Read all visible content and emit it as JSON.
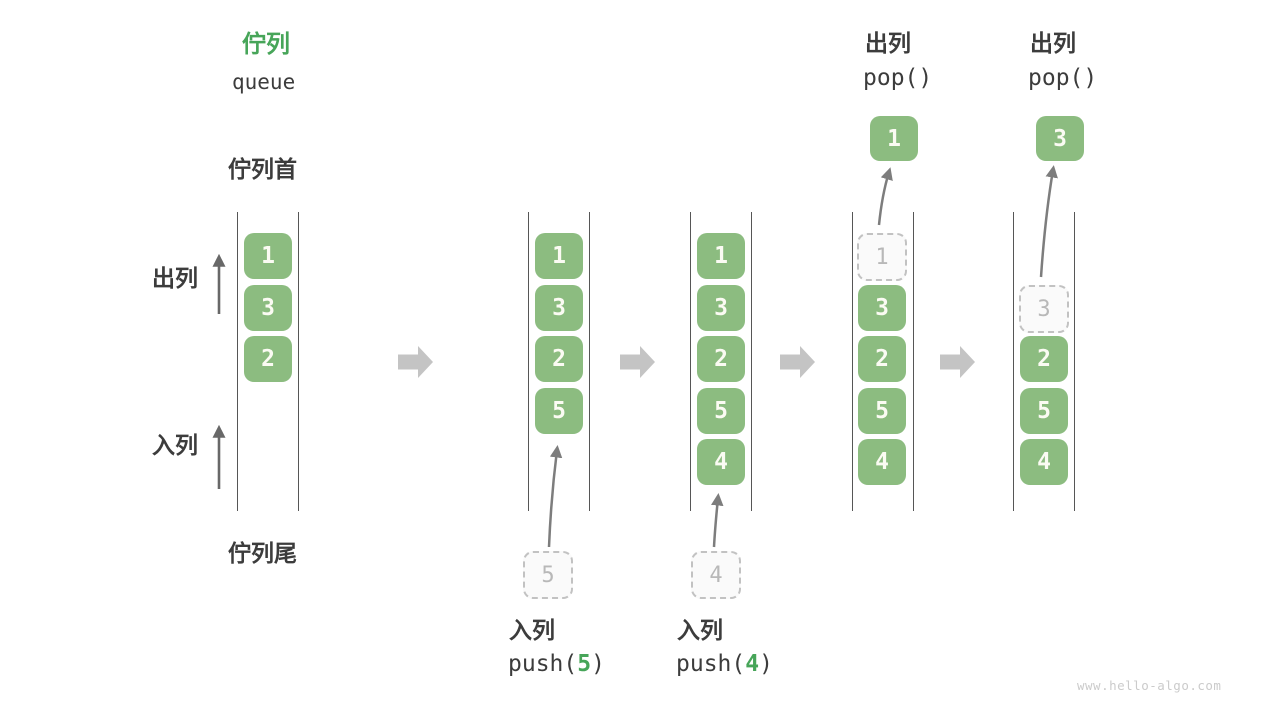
{
  "title": {
    "zh": "佇列",
    "en": "queue"
  },
  "labels": {
    "front": "佇列首",
    "rear": "佇列尾",
    "dequeue": "出列",
    "enqueue": "入列"
  },
  "colors": {
    "item_green": "#8cbc80",
    "accent_green": "#47a559",
    "text_dark": "#3c3c3c",
    "ghost_gray": "#b8b8b8",
    "arrow_gray": "#7d7d7d",
    "block_arrow_gray": "#c4c4c4"
  },
  "states": [
    {
      "items": [
        "1",
        "3",
        "2"
      ]
    },
    {
      "items": [
        "1",
        "3",
        "2",
        "5"
      ],
      "incoming": "5"
    },
    {
      "items": [
        "1",
        "3",
        "2",
        "5",
        "4"
      ],
      "incoming": "4"
    },
    {
      "items": [
        "3",
        "2",
        "5",
        "4"
      ],
      "ghost": "1",
      "popped": "1"
    },
    {
      "items": [
        "2",
        "5",
        "4"
      ],
      "ghost": "3",
      "popped": "3"
    }
  ],
  "operations": {
    "push5": {
      "label": "入列",
      "fn_open": "push(",
      "arg": "5",
      "fn_close": ")"
    },
    "push4": {
      "label": "入列",
      "fn_open": "push(",
      "arg": "4",
      "fn_close": ")"
    },
    "pop1": {
      "label": "出列",
      "fn": "pop()"
    },
    "pop2": {
      "label": "出列",
      "fn": "pop()"
    }
  },
  "watermark": "www.hello-algo.com"
}
